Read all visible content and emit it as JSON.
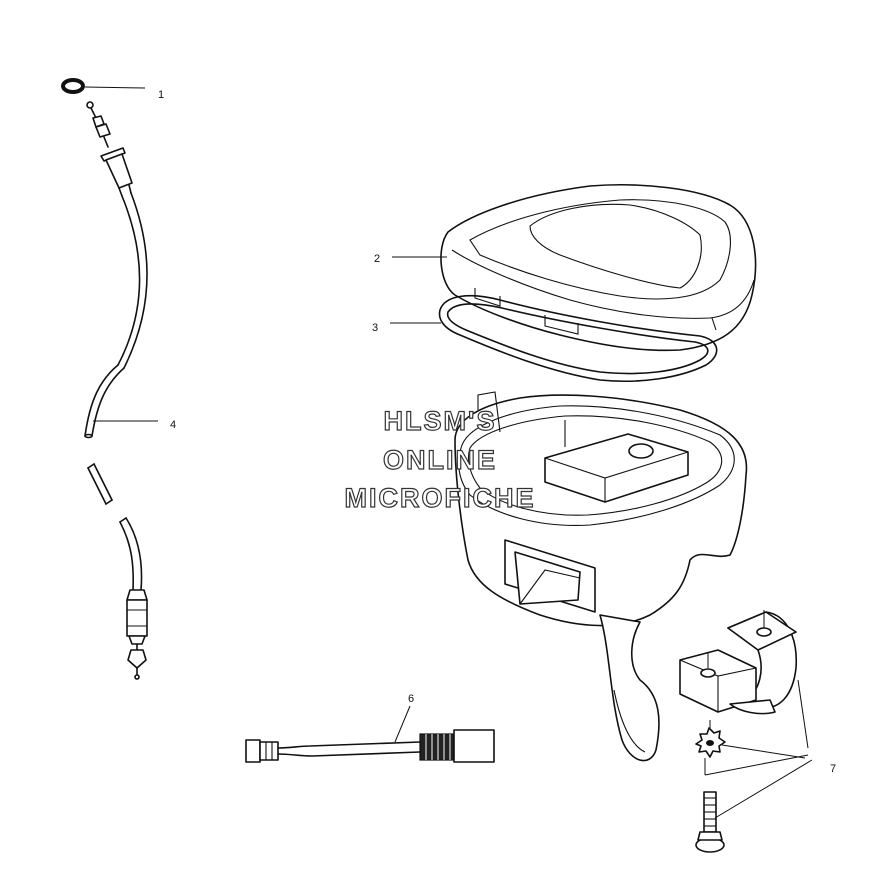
{
  "callouts": {
    "c1": "1",
    "c2": "2",
    "c3": "3",
    "c4": "4",
    "c6": "6",
    "c7": "7"
  },
  "watermark": {
    "line1": "HLSM'S",
    "line2": "ONLINE",
    "line3": "MICROFICHE"
  }
}
